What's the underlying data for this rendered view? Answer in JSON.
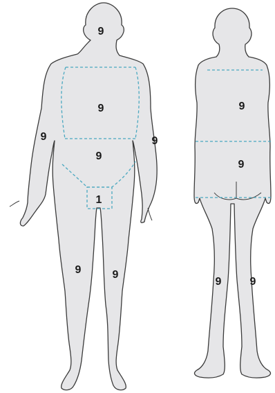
{
  "colors": {
    "body_fill": "#e6e6e8",
    "outline": "#3a3a3a",
    "region_boundary": "#4aa8c0",
    "label_text": "#1a1a1a"
  },
  "front": {
    "head": "9",
    "chest": "9",
    "abdomen": "9",
    "right_arm": "9",
    "left_arm": "9",
    "genitals": "1",
    "right_leg": "9",
    "left_leg": "9"
  },
  "back": {
    "upper_back": "9",
    "lower_back": "9",
    "right_leg": "9",
    "left_leg": "9"
  }
}
